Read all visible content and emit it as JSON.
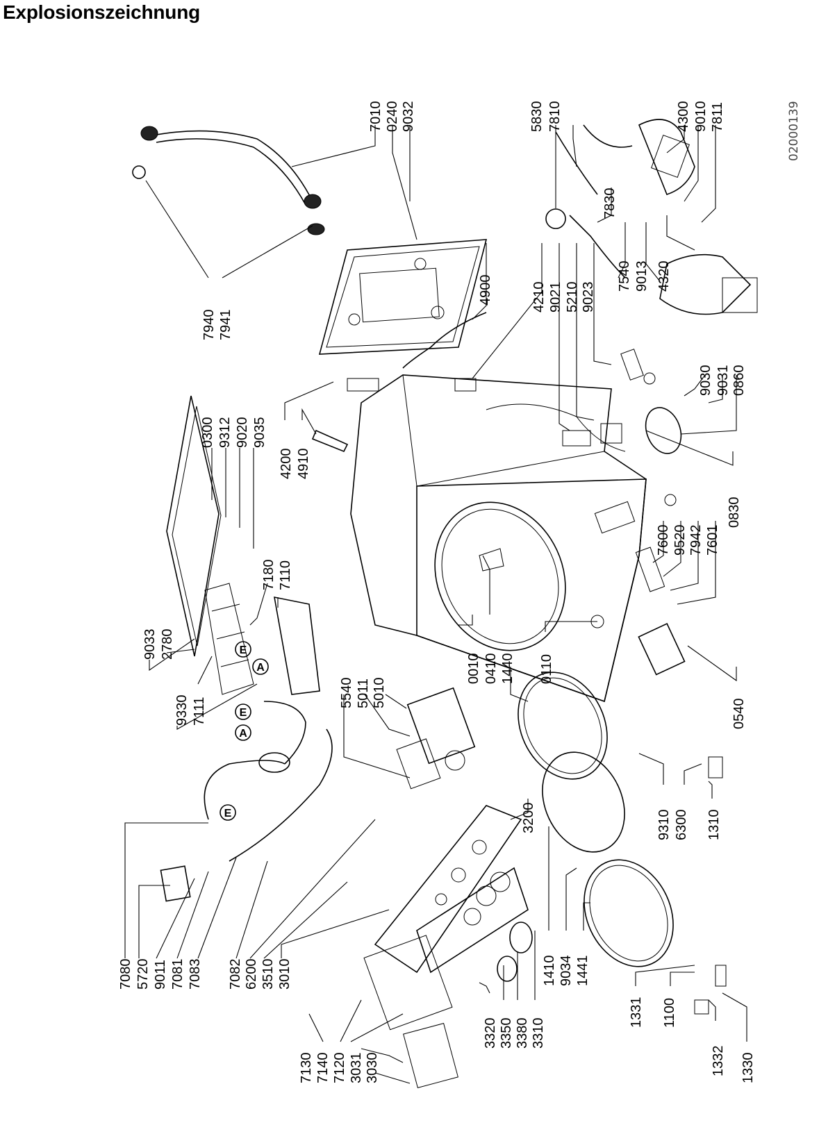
{
  "title": "Explosionszeichnung",
  "doc_number": "02000139",
  "callouts": [
    "A",
    "E",
    "A",
    "E",
    "E"
  ],
  "part_labels": {
    "left_bottom": [
      "7080",
      "5720",
      "9011",
      "7081",
      "7083",
      "7082",
      "6200",
      "3510",
      "3010",
      "7130",
      "7140",
      "7120",
      "3031",
      "3030"
    ],
    "left_middle": [
      "9033",
      "2780",
      "9330",
      "7111",
      "7180",
      "7110"
    ],
    "left_top": [
      "0300",
      "9312",
      "9020",
      "9035",
      "7940",
      "7941"
    ],
    "center_upper": [
      "4200",
      "4910",
      "5540",
      "5011",
      "5010",
      "0010",
      "0410",
      "1440",
      "0110"
    ],
    "center_lower": [
      "3200",
      "3320",
      "3350",
      "3380",
      "3310",
      "1410",
      "9034",
      "1441"
    ],
    "top_right": [
      "7010",
      "0240",
      "9032",
      "4900",
      "5830",
      "7810",
      "4210",
      "9021",
      "5210",
      "9023",
      "7830",
      "7540",
      "9013",
      "4320",
      "4300",
      "9010",
      "7811"
    ],
    "right_middle": [
      "9030",
      "9031",
      "0860",
      "0830",
      "7600",
      "9520",
      "7942",
      "7601",
      "0540"
    ],
    "right_bottom": [
      "9310",
      "6300",
      "1310",
      "1331",
      "1100",
      "1332",
      "1330"
    ]
  }
}
